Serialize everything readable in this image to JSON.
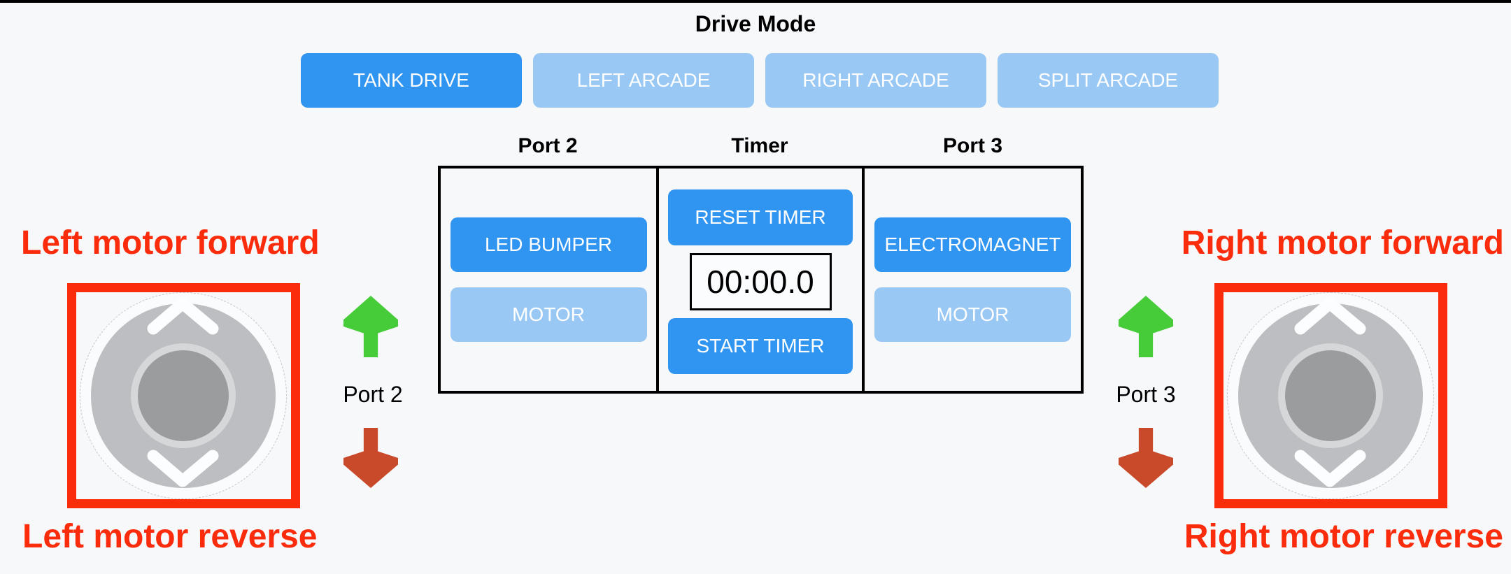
{
  "colors": {
    "background": "#F7F8FA",
    "active_blue": "#3094F1",
    "inactive_blue": "#9AC8F5",
    "annotation_red": "#FB2C0C",
    "green_arrow": "#45CC38",
    "dark_red_arrow": "#C94A2B"
  },
  "drive_mode": {
    "title": "Drive Mode",
    "buttons": [
      {
        "label": "TANK DRIVE",
        "active": true
      },
      {
        "label": "LEFT ARCADE",
        "active": false
      },
      {
        "label": "RIGHT ARCADE",
        "active": false
      },
      {
        "label": "SPLIT ARCADE",
        "active": false
      }
    ]
  },
  "control_panel": {
    "port2": {
      "header": "Port 2",
      "buttons": [
        {
          "label": "LED BUMPER",
          "active": true
        },
        {
          "label": "MOTOR",
          "active": false
        }
      ]
    },
    "timer": {
      "header": "Timer",
      "reset_label": "RESET TIMER",
      "display_value": "00:00.0",
      "start_label": "START TIMER"
    },
    "port3": {
      "header": "Port 3",
      "buttons": [
        {
          "label": "ELECTROMAGNET",
          "active": true
        },
        {
          "label": "MOTOR",
          "active": false
        }
      ]
    }
  },
  "left_control": {
    "forward_label": "Left motor forward",
    "reverse_label": "Left motor reverse",
    "port_label": "Port 2"
  },
  "right_control": {
    "forward_label": "Right motor forward",
    "reverse_label": "Right motor reverse",
    "port_label": "Port 3"
  }
}
